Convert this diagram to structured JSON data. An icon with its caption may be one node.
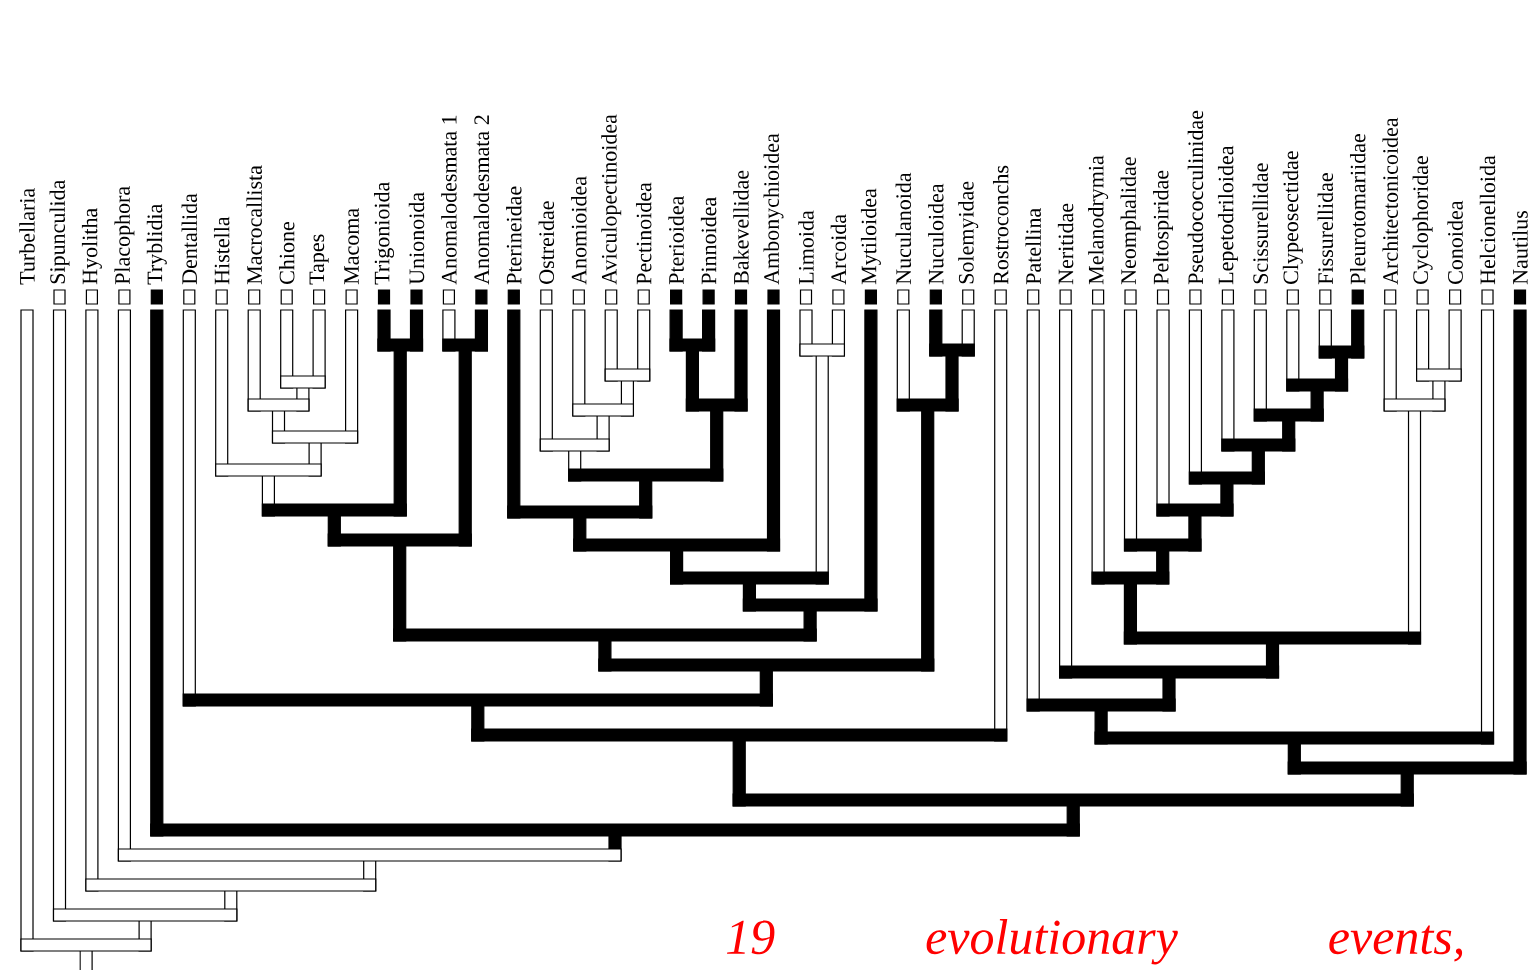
{
  "diagram": {
    "labels": [
      "Turbellaria",
      "Sipunculida",
      "Hyolitha",
      "Placophora",
      "Tryblidia",
      "Dentallida",
      "Histella",
      "Macrocallista",
      "Chione",
      "Tapes",
      "Macoma",
      "Trigonioida",
      "Unionoida",
      "Anomalodesmata 1",
      "Anomalodesmata 2",
      "Pterineidae",
      "Ostreidae",
      "Anomioidea",
      "Aviculopectinoidea",
      "Pectinoidea",
      "Pterioidea",
      "Pinnoidea",
      "Bakevellidae",
      "Ambonychioidea",
      "Limoida",
      "Arcoida",
      "Mytiloidea",
      "Nuculanoida",
      "Nuculoidea",
      "Solemyidae",
      "Rostroconchs",
      "Patellina",
      "Neritidae",
      "Melanodrymia",
      "Neomphalidae",
      "Peltospiridae",
      "Pseudococculinidae",
      "Lepetodriloidea",
      "Scissurellidae",
      "Clypeosectidae",
      "Fissurellidae",
      "Pleurotomariidae",
      "Architectonicoidea",
      "Cyclophoridae",
      "Conoidea",
      "Helcionelloida",
      "Nautilus",
      "19 evolutionary events,"
    ]
  }
}
